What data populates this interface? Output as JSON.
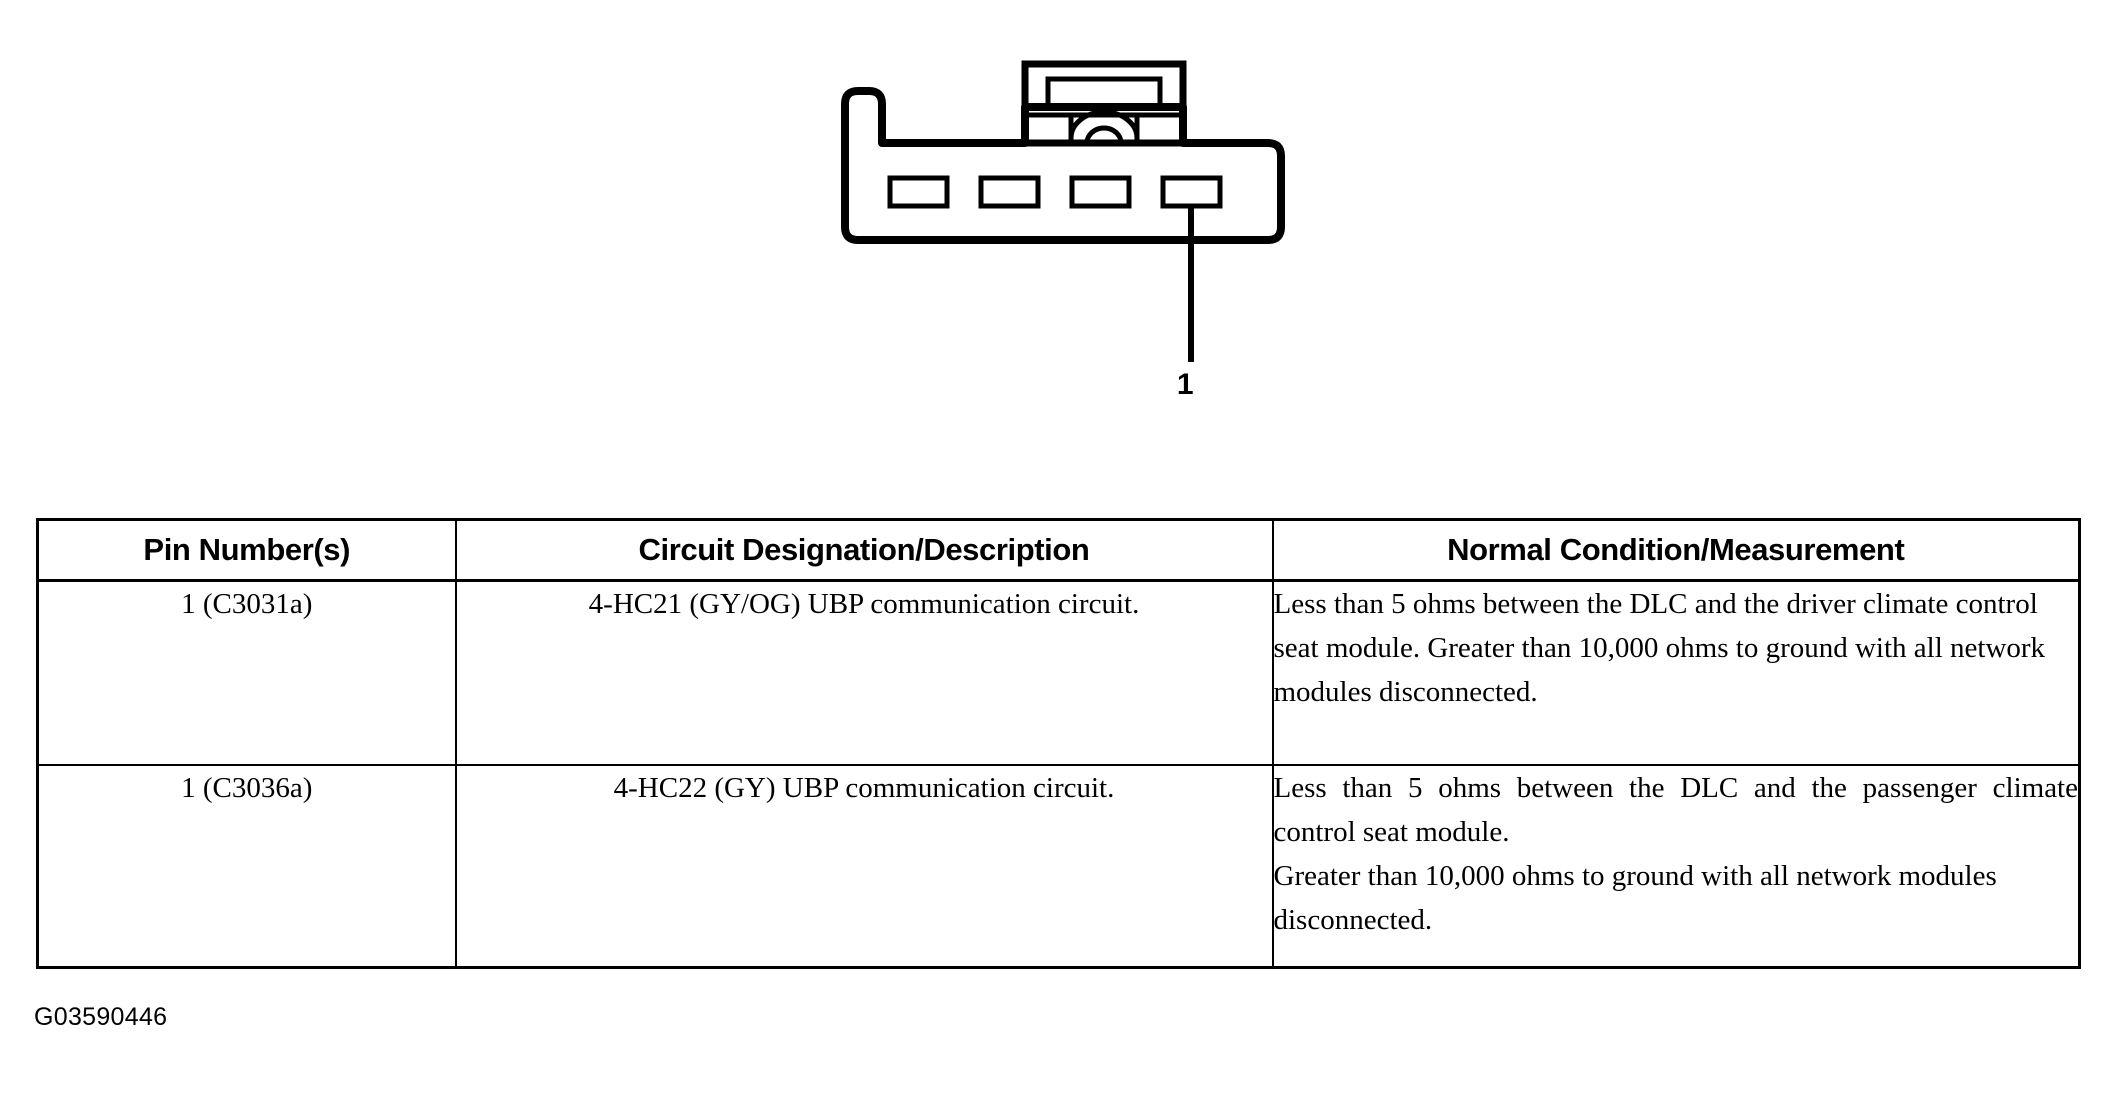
{
  "figure": {
    "id_label": "G03590446",
    "connector_type": "4-cavity automotive connector, front view",
    "callout": {
      "pin_label": "1",
      "points_to_cavity": 4
    },
    "cavity_count": 4
  },
  "table": {
    "headers": [
      "Pin Number(s)",
      "Circuit Designation/Description",
      "Normal Condition/Measurement"
    ],
    "rows": [
      {
        "pin": "1 (C3031a)",
        "description": "4-HC21 (GY/OG) UBP communication circuit.",
        "measurement_lines": [
          "Less than 5 ohms between the DLC and the driver climate control seat module. Greater than 10,000 ohms to ground with all network modules disconnected."
        ]
      },
      {
        "pin": "1 (C3036a)",
        "description": "4-HC22 (GY) UBP communication circuit.",
        "measurement_lines": [
          "Less than 5 ohms between the DLC and the passenger climate control seat module.",
          "Greater than 10,000 ohms to ground with all network modules disconnected."
        ]
      }
    ]
  },
  "colors": {
    "ink": "#000000",
    "paper": "#ffffff"
  }
}
